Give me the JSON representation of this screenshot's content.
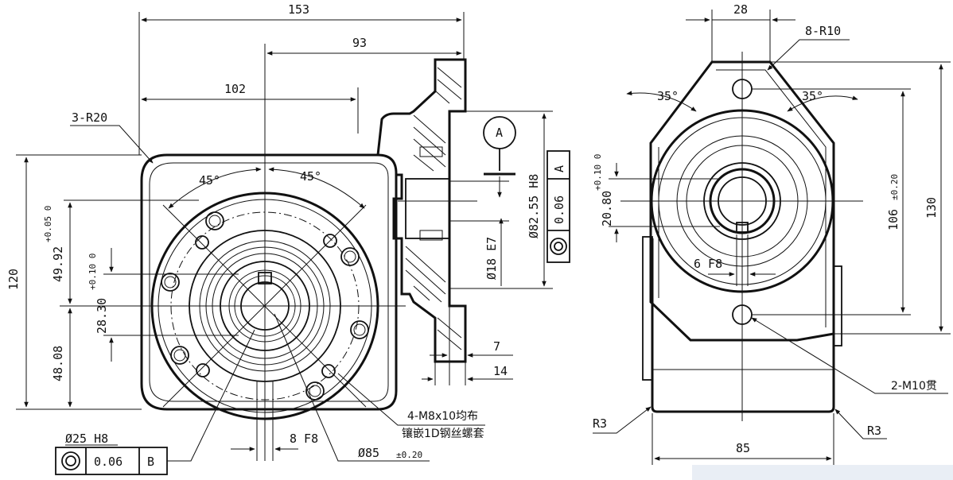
{
  "front_view": {
    "dims": {
      "overall_width": "153",
      "to_flange": "93",
      "center_width": "102",
      "height": "120",
      "upper": "49.92",
      "upper_tol": "+0.05\n0",
      "center_offset": "28.30",
      "center_tol": "+0.10\n0",
      "lower": "48.08",
      "corner_radius": "3-R20",
      "angle_left": "45°",
      "angle_right": "45°",
      "bore": "Ø25 H8",
      "keyway": "8 F8",
      "bolt_circle": "Ø85",
      "bolt_circle_tol": "±0.20",
      "thread_note_line1": "4-M8x10均布",
      "thread_note_line2": "镶嵌1D钢丝螺套"
    },
    "gdt_frame": {
      "symbol": "◎",
      "value": "0.06",
      "datum": "B"
    }
  },
  "section_view": {
    "dims": {
      "datum_label": "A",
      "pilot": "Ø82.55 H8",
      "shaft": "Ø18 E7",
      "dim_7": "7",
      "dim_14": "14"
    },
    "gdt_frame": {
      "symbol": "◎",
      "value": "0.06",
      "datum": "A"
    }
  },
  "side_view": {
    "dims": {
      "top_width": "28",
      "holes_radius": "8-R10",
      "angle_left": "35°",
      "angle_right": "35°",
      "shaft_dim": "20.80",
      "shaft_tol": "+0.10\n0",
      "key": "6 F8",
      "hole_pitch": "106",
      "hole_pitch_tol": "±0.20",
      "height": "130",
      "mount_holes": "2-M10贯",
      "radius_left": "R3",
      "radius_right": "R3",
      "width": "85"
    }
  }
}
